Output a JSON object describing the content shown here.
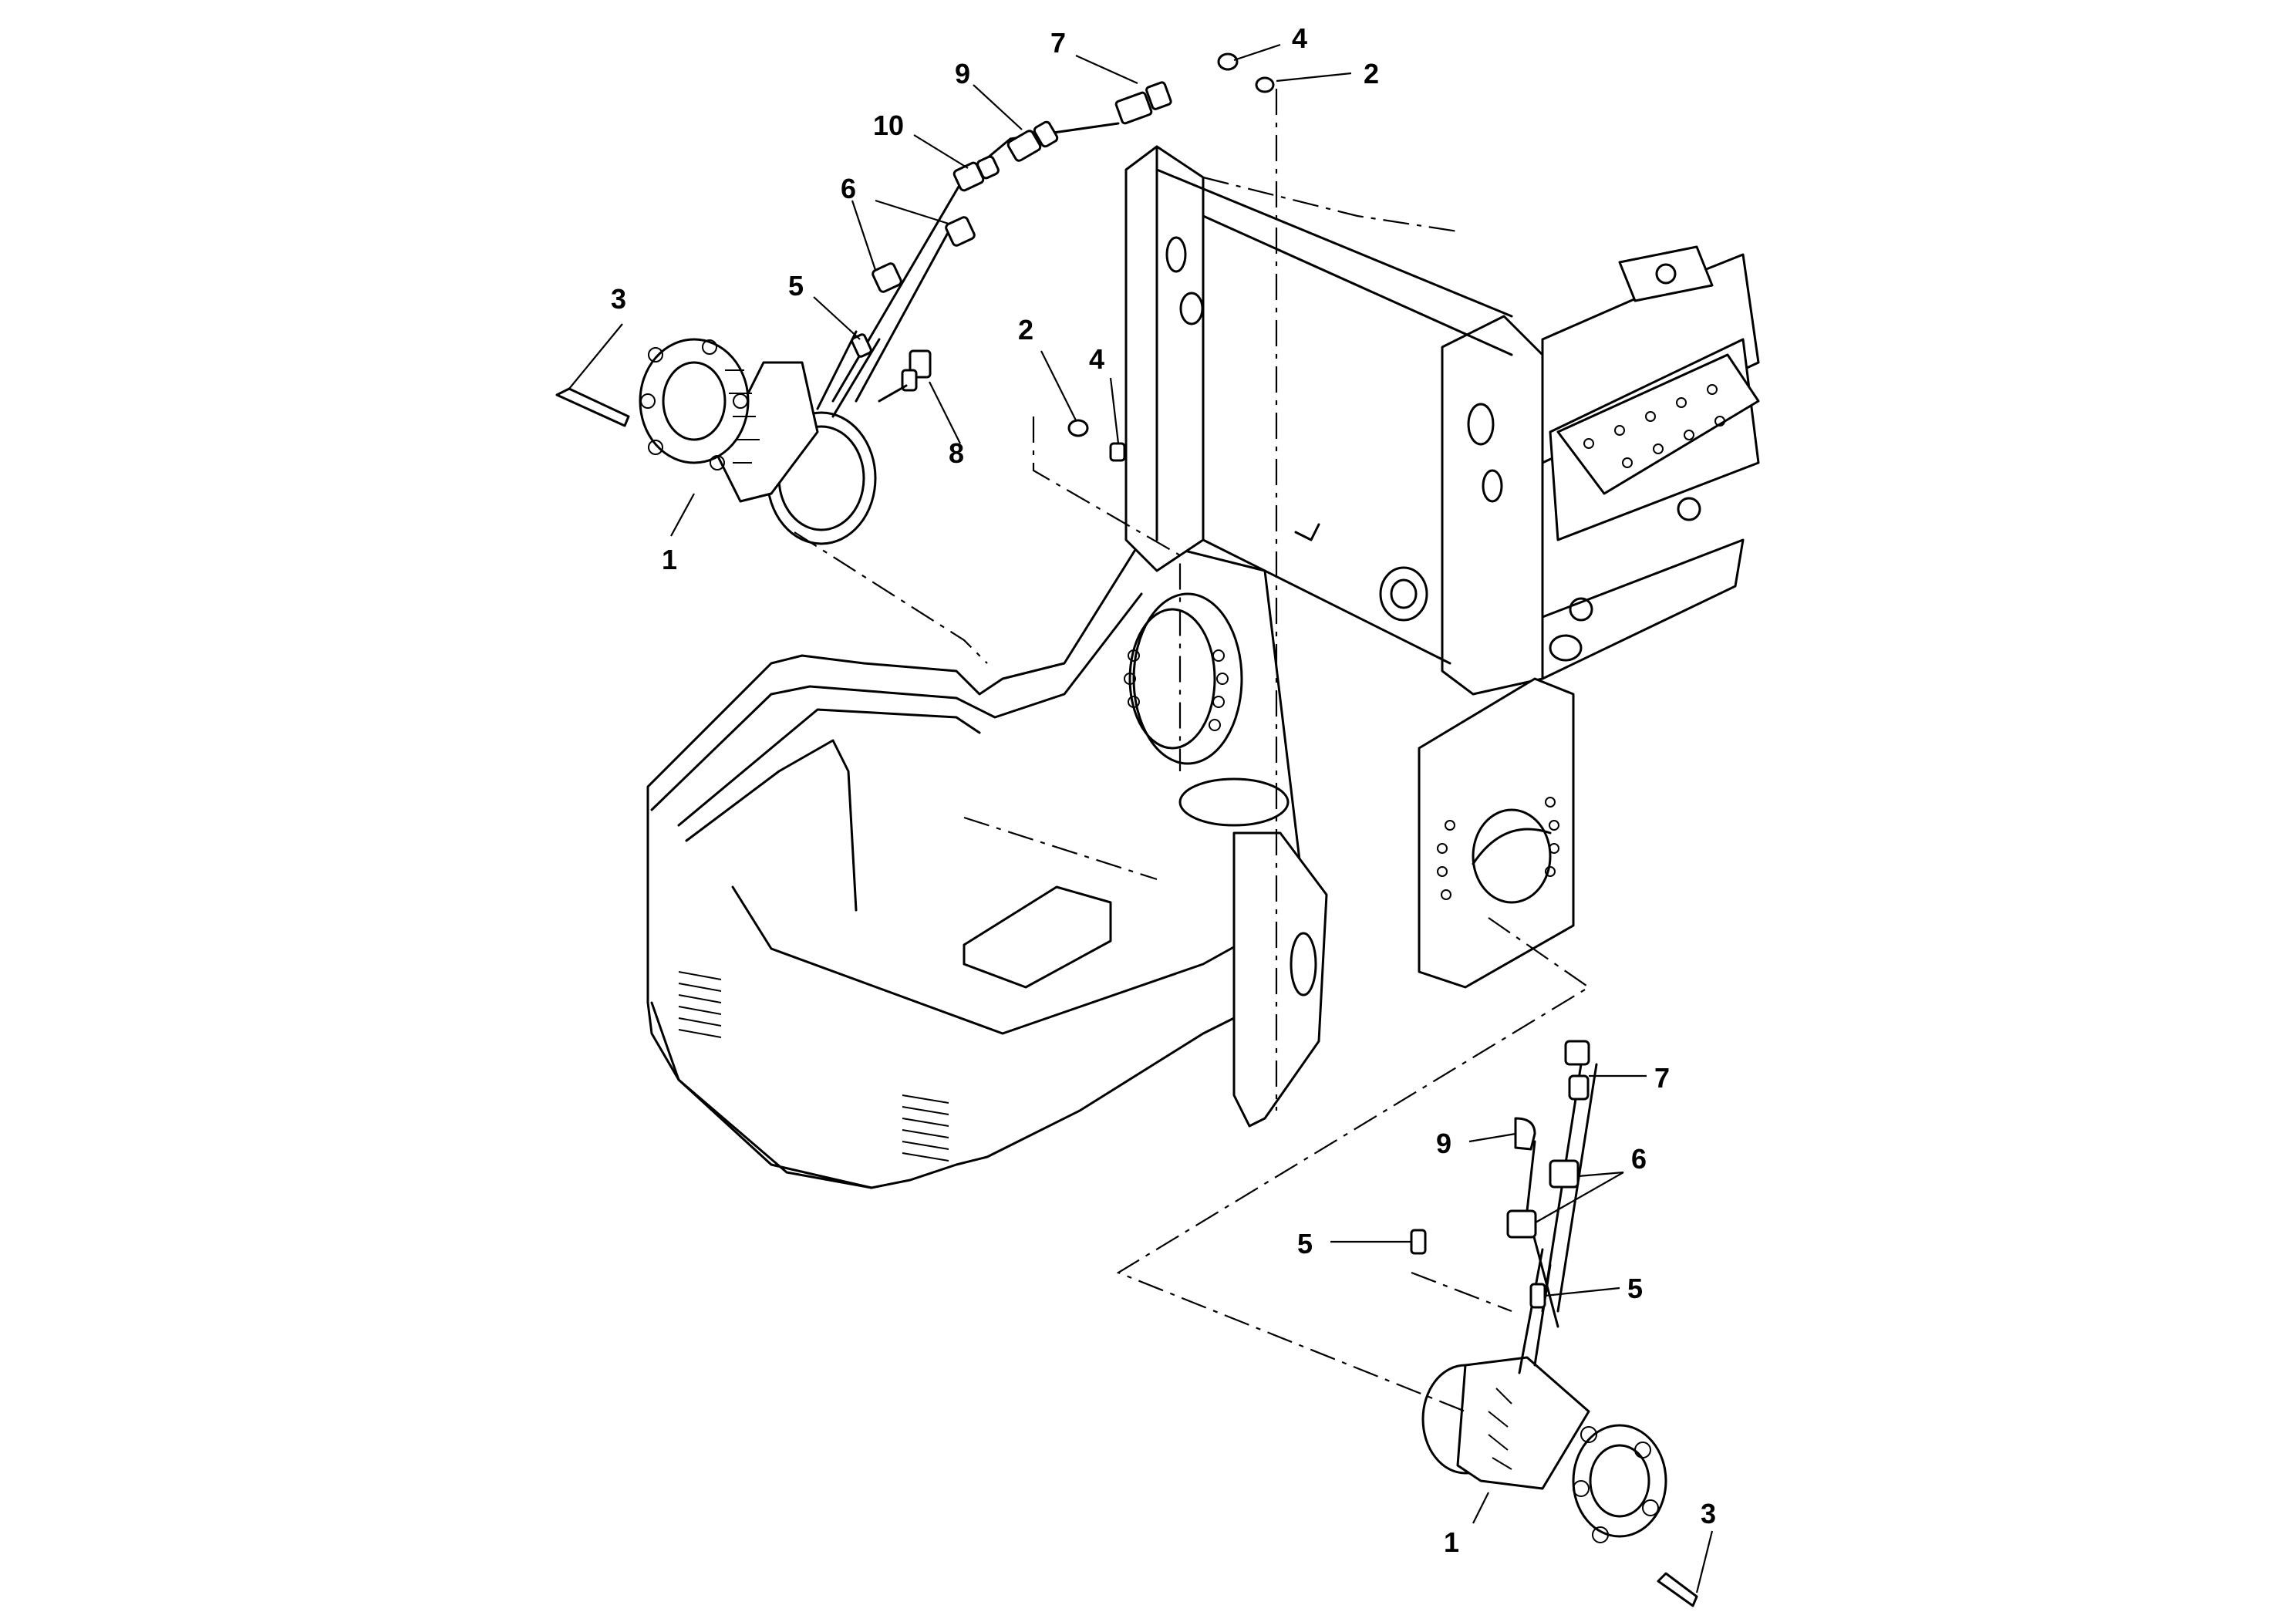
{
  "callouts": {
    "c1a": "1",
    "c1b": "1",
    "c2a": "2",
    "c2b": "2",
    "c3a": "3",
    "c3b": "3",
    "c4a": "4",
    "c4b": "4",
    "c5a": "5",
    "c5b": "5",
    "c5c": "5",
    "c6a": "6",
    "c6b": "6",
    "c7a": "7",
    "c7b": "7",
    "c8a": "8",
    "c9a": "9",
    "c9b": "9",
    "c10a": "10"
  }
}
